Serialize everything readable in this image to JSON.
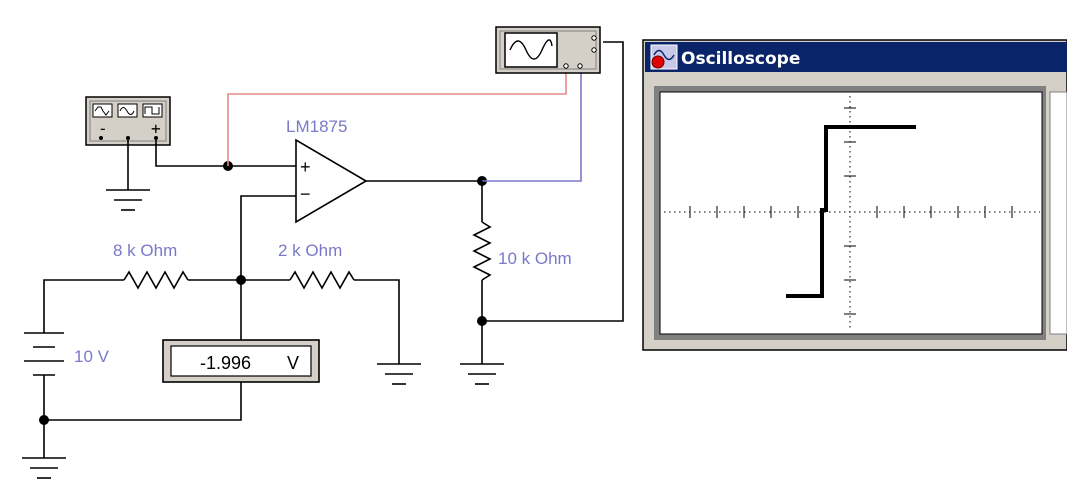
{
  "opamp": {
    "label": "LM1875",
    "plus": "+",
    "minus": "−"
  },
  "resistors": {
    "r_left": {
      "label": "8 k Ohm"
    },
    "r_right": {
      "label": "2 k Ohm"
    },
    "r_load": {
      "label": "10 k Ohm"
    }
  },
  "battery": {
    "label": "10 V"
  },
  "voltmeter": {
    "value": "-1.996",
    "unit": "V"
  },
  "oscilloscope_window": {
    "title": "Oscilloscope"
  },
  "colors": {
    "label": "#7b78c8",
    "wire_red": "#e88a8a",
    "wire_blue": "#7b78c8",
    "titlebar": "#0a246a"
  }
}
